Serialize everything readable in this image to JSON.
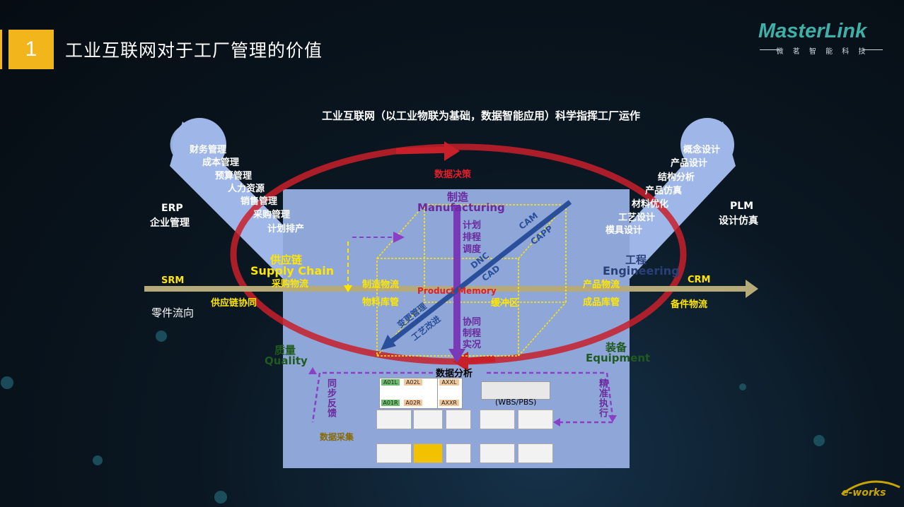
{
  "header": {
    "number": "1",
    "title": "工业互联网对于工厂管理的价值"
  },
  "logo": {
    "name": "MasterLink",
    "subtitle": "微 茗 智 能 科 技",
    "watermark": "e-works"
  },
  "headline": "工业互联网（以工业物联为基础，数据智能应用）科学指挥工厂运作",
  "erp": {
    "title": "ERP",
    "subtitle": "企业管理",
    "items": [
      "财务管理",
      "成本管理",
      "预算管理",
      "人力资源",
      "销售管理",
      "采购管理",
      "计划排产"
    ]
  },
  "plm": {
    "title": "PLM",
    "subtitle": "设计仿真",
    "items": [
      "概念设计",
      "产品设计",
      "结构分析",
      "产品仿真",
      "材料优化",
      "工艺设计",
      "模具设计"
    ]
  },
  "cycle": {
    "decision": "数据决策",
    "analysis": "数据分析"
  },
  "manufacturing": {
    "zh": "制造",
    "en": "Manufacturing",
    "items": [
      "计划",
      "排程",
      "调度"
    ],
    "bottom_items": [
      "协同",
      "制程",
      "实况"
    ]
  },
  "supply_chain": {
    "zh": "供应链",
    "en": "Supply Chain",
    "sub": "采购物流"
  },
  "engineering": {
    "zh": "工程",
    "en": "Engineering"
  },
  "quality": {
    "zh": "质量",
    "en": "Quality"
  },
  "equipment": {
    "zh": "装备",
    "en": "Equipment"
  },
  "flow": {
    "srm": "SRM",
    "crm": "CRM",
    "srm_sub": "供应链协同",
    "crm_sub": "备件物流",
    "parts_flow": "零件流向"
  },
  "cube": {
    "product_memory": "Product Memory",
    "left_top": "制造物流",
    "left_bottom": "物料库管",
    "center": "缓冲区",
    "right_top": "产品物流",
    "right_bottom": "成品库管",
    "diag_upper_1": "CAM",
    "diag_upper_2": "CAPP",
    "diag_mid_1": "DNC",
    "diag_mid_2": "CAD",
    "diag_lower_1": "变更管理",
    "diag_lower_2": "工艺改进"
  },
  "bottom": {
    "feedback": "同步反馈",
    "execute": "精准执行",
    "collect": "数据采集",
    "wbs": "(WBS/PBS)",
    "tags_top": [
      "A01L",
      "A02L",
      "AXXL"
    ],
    "tags_bottom": [
      "A01R",
      "A02R",
      "AXXR"
    ],
    "ellipsis": "..."
  },
  "colors": {
    "accent": "#f2b51c",
    "panel": "#8ea6d8",
    "ring": "#c8202a",
    "flow": "#b5aa78"
  }
}
